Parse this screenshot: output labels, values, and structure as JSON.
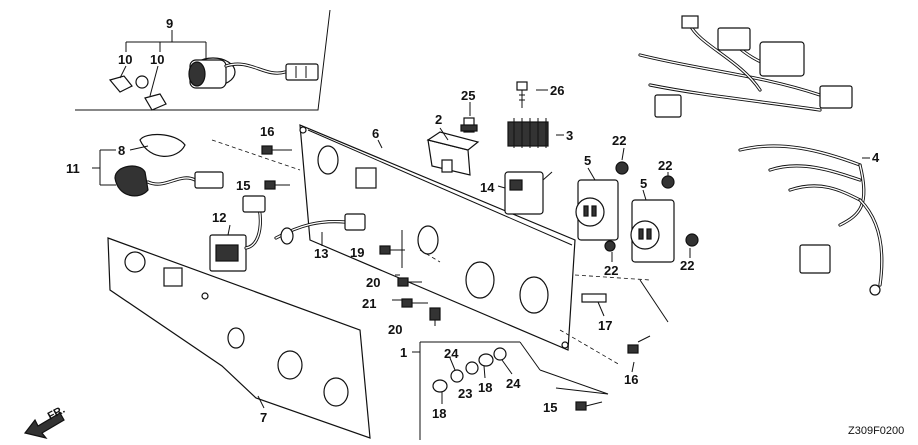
{
  "diagram": {
    "code": "Z309F0200",
    "direction_marker": "FR.",
    "callouts": [
      {
        "id": "c9",
        "text": "9"
      },
      {
        "id": "c10a",
        "text": "10"
      },
      {
        "id": "c10b",
        "text": "10"
      },
      {
        "id": "c8",
        "text": "8"
      },
      {
        "id": "c11",
        "text": "11"
      },
      {
        "id": "c16a",
        "text": "16"
      },
      {
        "id": "c15a",
        "text": "15"
      },
      {
        "id": "c6",
        "text": "6"
      },
      {
        "id": "c2",
        "text": "2"
      },
      {
        "id": "c25",
        "text": "25"
      },
      {
        "id": "c26",
        "text": "26"
      },
      {
        "id": "c3",
        "text": "3"
      },
      {
        "id": "c22a",
        "text": "22"
      },
      {
        "id": "c22b",
        "text": "22"
      },
      {
        "id": "c22c",
        "text": "22"
      },
      {
        "id": "c22d",
        "text": "22"
      },
      {
        "id": "c5a",
        "text": "5"
      },
      {
        "id": "c5b",
        "text": "5"
      },
      {
        "id": "c4",
        "text": "4"
      },
      {
        "id": "c14",
        "text": "14"
      },
      {
        "id": "c12",
        "text": "12"
      },
      {
        "id": "c13",
        "text": "13"
      },
      {
        "id": "c19",
        "text": "19"
      },
      {
        "id": "c20a",
        "text": "20"
      },
      {
        "id": "c21",
        "text": "21"
      },
      {
        "id": "c20b",
        "text": "20"
      },
      {
        "id": "c17",
        "text": "17"
      },
      {
        "id": "c16b",
        "text": "16"
      },
      {
        "id": "c1",
        "text": "1"
      },
      {
        "id": "c24a",
        "text": "24"
      },
      {
        "id": "c24b",
        "text": "24"
      },
      {
        "id": "c23",
        "text": "23"
      },
      {
        "id": "c18a",
        "text": "18"
      },
      {
        "id": "c18b",
        "text": "18"
      },
      {
        "id": "c15b",
        "text": "15"
      },
      {
        "id": "c7",
        "text": "7"
      }
    ]
  }
}
